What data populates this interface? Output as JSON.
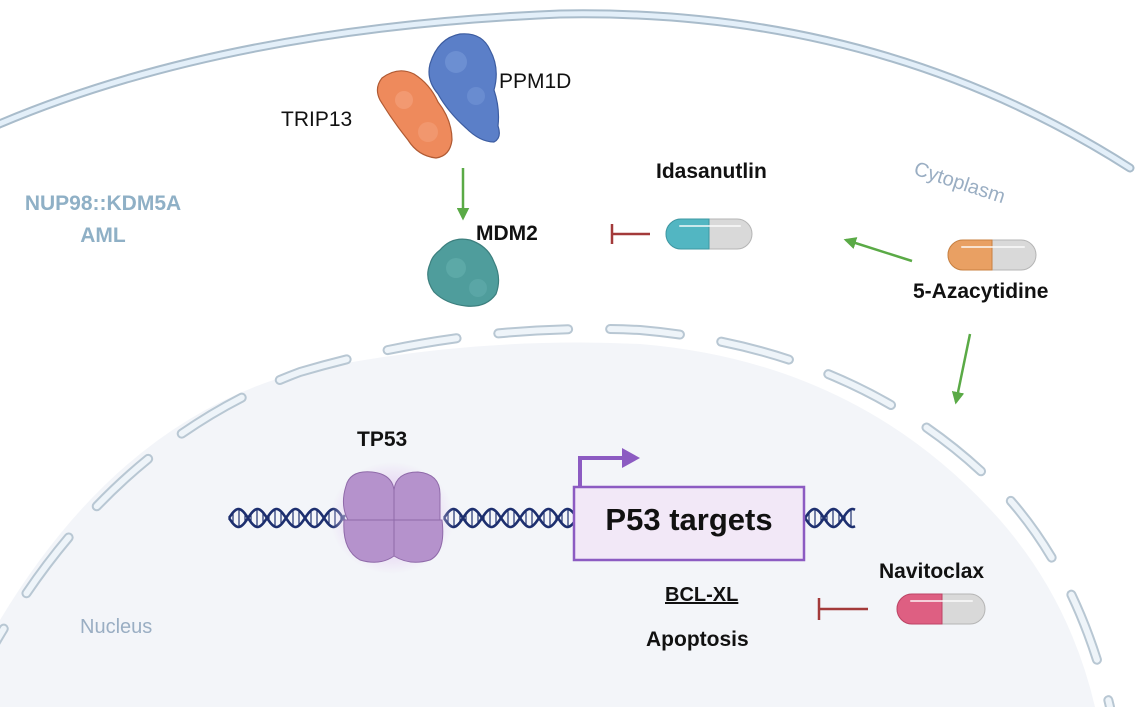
{
  "diagram": {
    "title_label": {
      "line1": "NUP98::KDM5A",
      "line2": "AML"
    },
    "regions": {
      "cytoplasm": "Cytoplasm",
      "nucleus": "Nucleus"
    },
    "proteins": {
      "trip13": "TRIP13",
      "ppm1d": "PPM1D",
      "mdm2": "MDM2",
      "tp53": "TP53"
    },
    "drugs": {
      "idasanutlin": "Idasanutlin",
      "azacytidine": "5-Azacytidine",
      "navitoclax": "Navitoclax"
    },
    "targets": {
      "box_label": "P53 targets",
      "bclxl": "BCL-XL",
      "apoptosis": "Apoptosis"
    },
    "colors": {
      "trip13": "#ee8a5c",
      "ppm1d": "#5b7fc8",
      "mdm2": "#4f9d9c",
      "tp53": "#b592cc",
      "activation_arrow": "#5aaa46",
      "inhibition": "#a33a3a",
      "idasanutlin_pill": "#52b6c2",
      "azacytidine_pill": "#e9a063",
      "navitoclax_pill": "#de5f82",
      "target_box_border": "#8c5bc2",
      "target_box_fill": "#f2e8f7",
      "membrane": "#d7e6f2",
      "nucleus_fill": "#f3f5f9",
      "dna": "#1d2f6f"
    },
    "interactions": [
      {
        "from": "TRIP13/PPM1D",
        "to": "MDM2",
        "type": "activation"
      },
      {
        "from": "Idasanutlin",
        "to": "MDM2",
        "type": "inhibition"
      },
      {
        "from": "5-Azacytidine",
        "to": "Idasanutlin",
        "type": "activation"
      },
      {
        "from": "5-Azacytidine",
        "to": "Nucleus",
        "type": "activation"
      },
      {
        "from": "Navitoclax",
        "to": "BCL-XL",
        "type": "inhibition"
      },
      {
        "from": "TP53",
        "to": "P53 targets",
        "type": "transcription"
      }
    ]
  }
}
